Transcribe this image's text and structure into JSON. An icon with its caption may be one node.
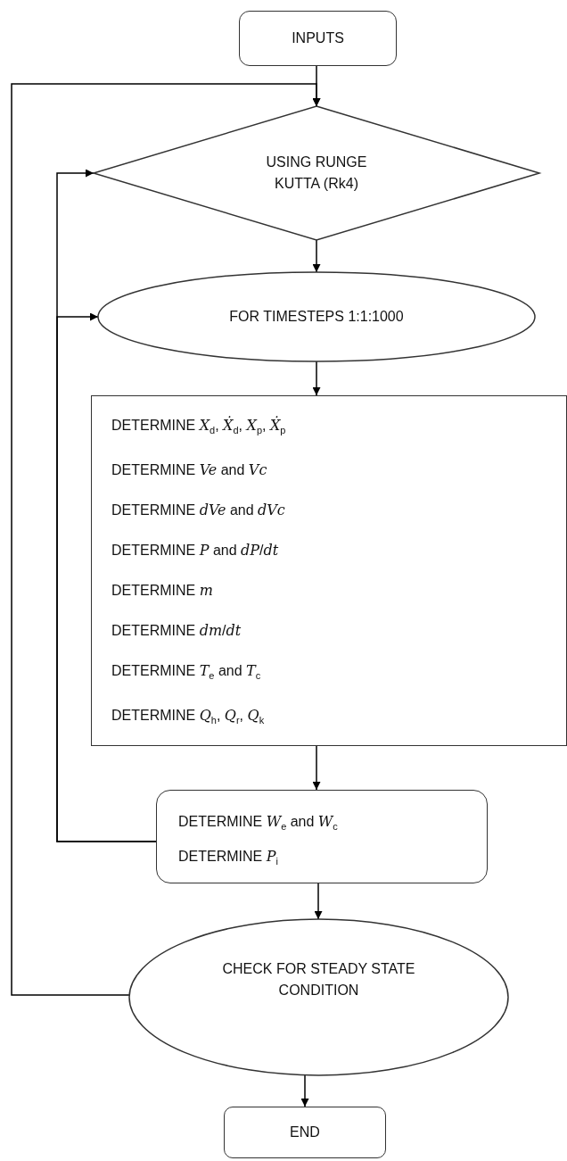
{
  "diagram": {
    "nodes": [
      {
        "text": [
          "INPUTS"
        ]
      },
      {
        "text": [
          "USING RUNGE KUTTA (Rk4)"
        ]
      },
      {
        "text": [
          "FOR TIMESTEPS 1:1:1000"
        ]
      },
      {
        "text": [
          "DETERMINE *X*$_{d}$, *Ẋ*$_{d}$, *X*$_{p}$, *Ẋ*$_{p}$",
          "DETERMINE *Ve* and *Vc*",
          "DETERMINE *dVe* and *dVc*",
          "DETERMINE *P* and *dP*/*dt*",
          "DETERMINE *m*",
          "DETERMINE *dm*/*dt*",
          "DETERMINE *T*$_{e}$ and *T*$_{c}$",
          "DETERMINE *Q*$_{h}$, *Q*$_{r}$, *Q*$_{k}$"
        ]
      },
      {
        "text": [
          "DETERMINE *W*$_{e}$ and *W*$_{c}$",
          "DETERMINE *P*$_{i}$"
        ]
      },
      {
        "text": [
          "CHECK FOR STEADY STATE CONDITION"
        ]
      },
      {
        "text": [
          "END"
        ]
      }
    ],
    "edges": [
      {
        "from": 0,
        "to": 1,
        "arrow": "to"
      },
      {
        "from": 1,
        "to": 2,
        "arrow": "to"
      },
      {
        "from": 2,
        "to": 3,
        "arrow": "to"
      },
      {
        "from": 3,
        "to": 4,
        "arrow": "to"
      },
      {
        "from": 4,
        "to": 5,
        "arrow": "to"
      },
      {
        "from": 5,
        "to": 6,
        "arrow": "to"
      },
      {
        "from": 4,
        "to": 1,
        "arrow": "to"
      },
      {
        "from": 4,
        "to": 2,
        "arrow": "to"
      },
      {
        "from": 5,
        "to": 1,
        "arrow": "to"
      }
    ]
  }
}
